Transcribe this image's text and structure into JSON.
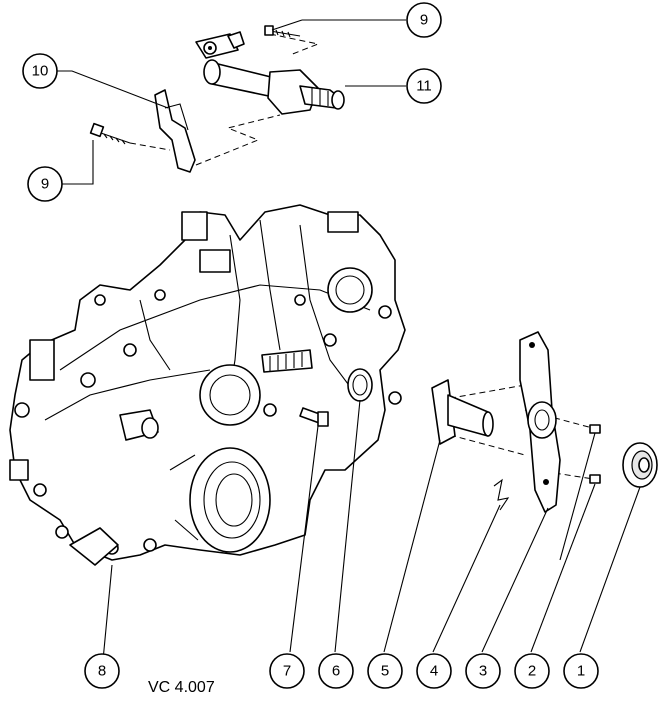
{
  "figure": {
    "reference_code": "VC 4.007",
    "callouts": [
      {
        "id": "1",
        "label": "1"
      },
      {
        "id": "2",
        "label": "2"
      },
      {
        "id": "3",
        "label": "3"
      },
      {
        "id": "4",
        "label": "4"
      },
      {
        "id": "5",
        "label": "5"
      },
      {
        "id": "6",
        "label": "6"
      },
      {
        "id": "7",
        "label": "7"
      },
      {
        "id": "8",
        "label": "8"
      },
      {
        "id": "9a",
        "label": "9"
      },
      {
        "id": "9b",
        "label": "9"
      },
      {
        "id": "10",
        "label": "10"
      },
      {
        "id": "11",
        "label": "11"
      }
    ]
  }
}
